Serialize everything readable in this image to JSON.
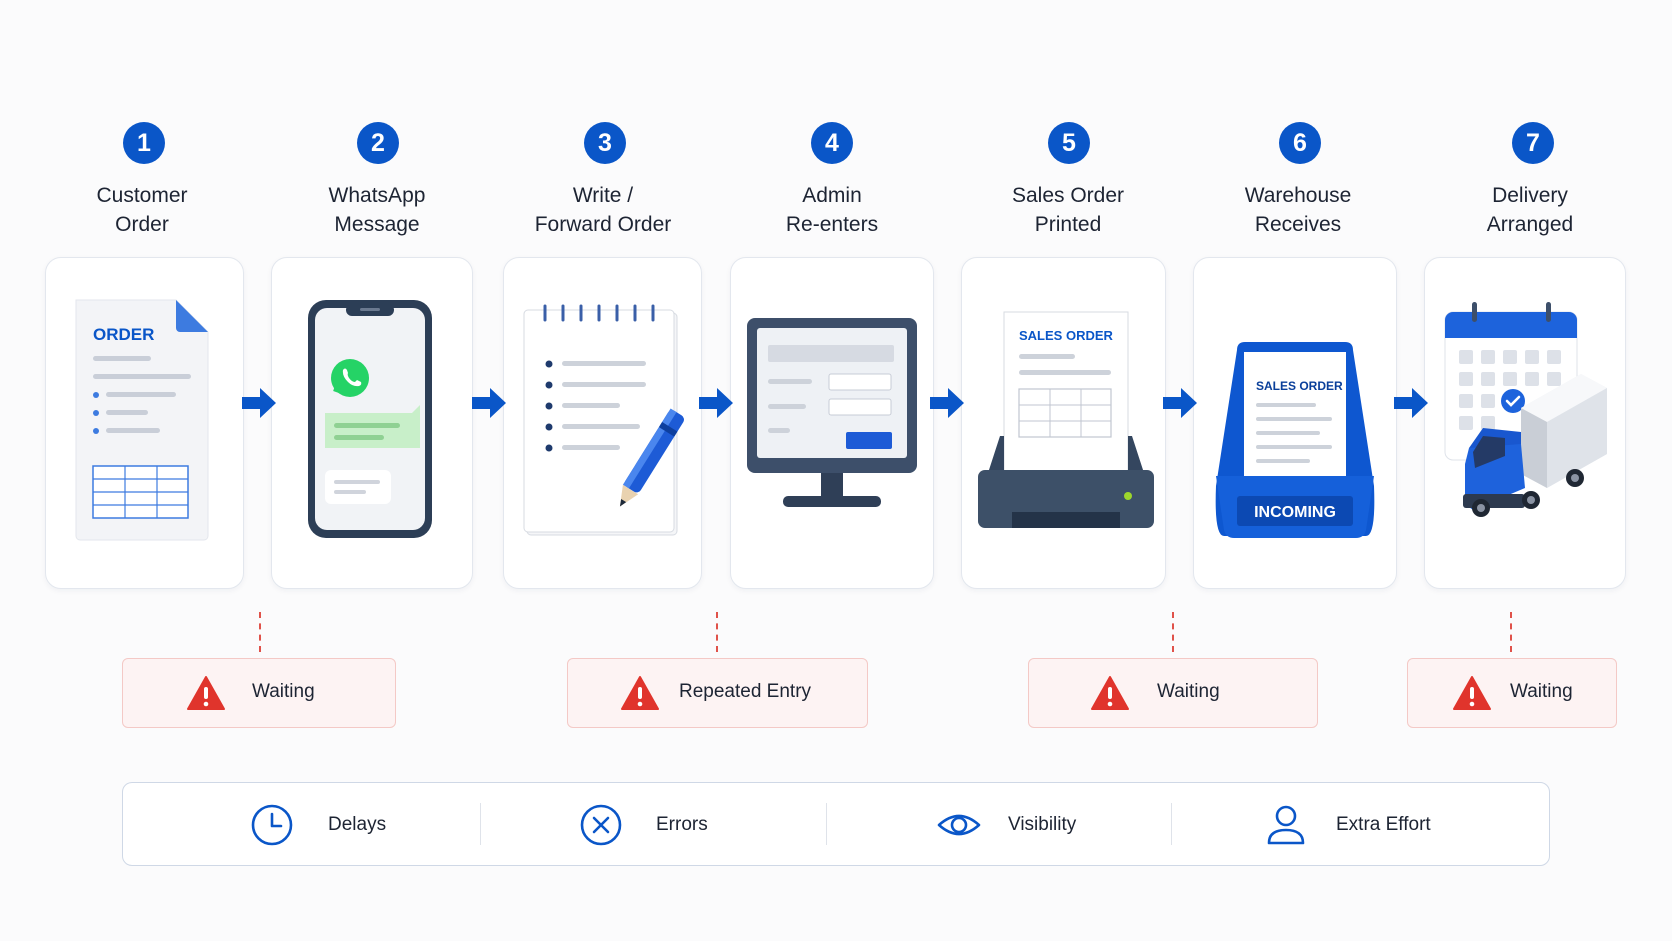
{
  "steps": [
    {
      "number": "1",
      "title_line1": "Customer",
      "title_line2": "Order"
    },
    {
      "number": "2",
      "title_line1": "WhatsApp",
      "title_line2": "Message"
    },
    {
      "number": "3",
      "title_line1": "Write /",
      "title_line2": "Forward Order"
    },
    {
      "number": "4",
      "title_line1": "Admin",
      "title_line2": "Re-enters"
    },
    {
      "number": "5",
      "title_line1": "Sales Order",
      "title_line2": "Printed"
    },
    {
      "number": "6",
      "title_line1": "Warehouse",
      "title_line2": "Receives"
    },
    {
      "number": "7",
      "title_line1": "Delivery",
      "title_line2": "Arranged"
    }
  ],
  "illustrations": {
    "order_doc_heading": "ORDER",
    "printer_paper_heading": "SALES ORDER",
    "tray_paper_heading": "SALES ORDER",
    "tray_label": "INCOMING"
  },
  "warnings": [
    {
      "label": "Waiting",
      "icon": "warning-triangle-icon"
    },
    {
      "label": "Repeated Entry",
      "icon": "warning-triangle-icon"
    },
    {
      "label": "Waiting",
      "icon": "warning-triangle-icon"
    },
    {
      "label": "Waiting",
      "icon": "warning-triangle-icon"
    }
  ],
  "legend": [
    {
      "label": "Delays",
      "icon": "clock-icon"
    },
    {
      "label": "Errors",
      "icon": "x-circle-icon"
    },
    {
      "label": "Visibility",
      "icon": "eye-icon"
    },
    {
      "label": "Extra Effort",
      "icon": "user-icon"
    }
  ],
  "colors": {
    "accent": "#0a56c8",
    "warning": "#e0342c",
    "warning_bg": "#fdf3f3",
    "whatsapp": "#25d366"
  }
}
